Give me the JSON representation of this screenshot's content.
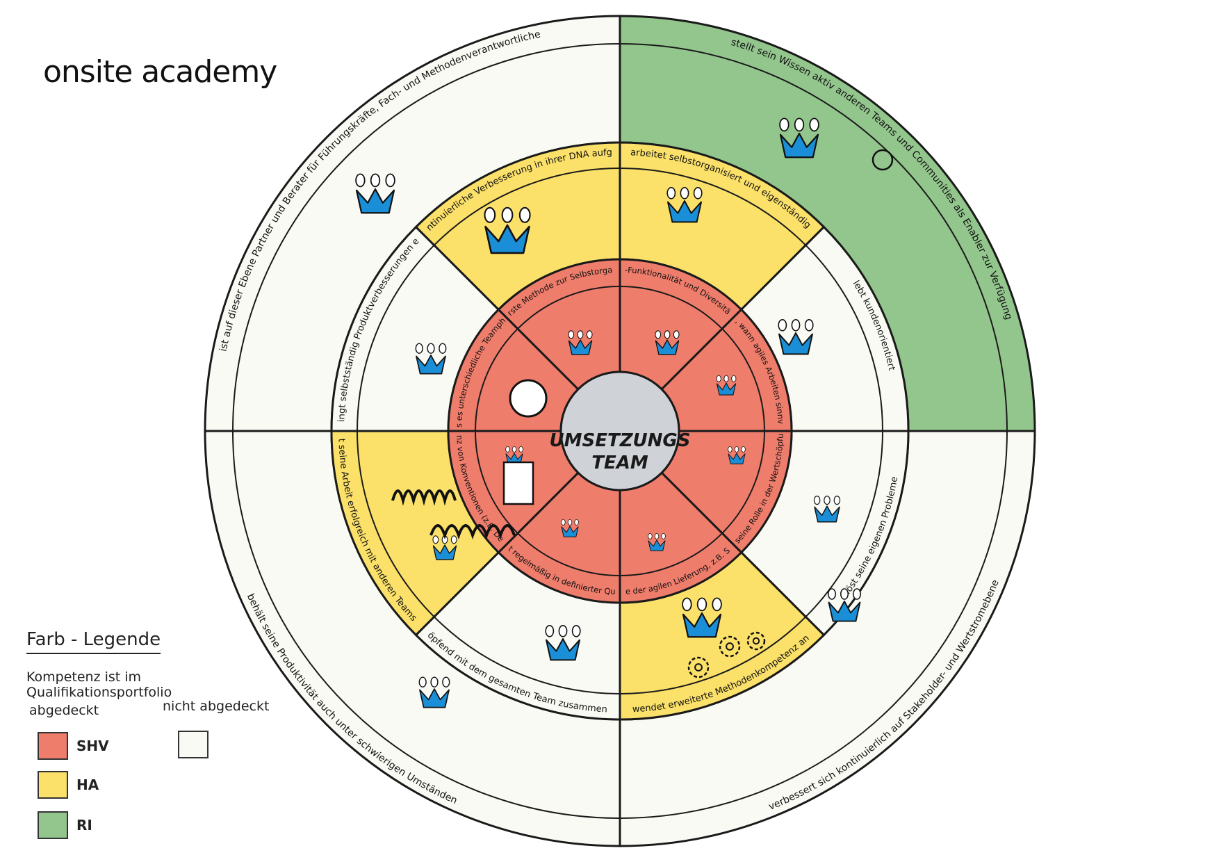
{
  "brand": "onsite academy",
  "center": {
    "line1": "UMSETZUNGS",
    "line2": "TEAM"
  },
  "colors": {
    "SHV": "#ef7d6c",
    "HA": "#fbe16a",
    "RI": "#93c68d",
    "not_covered": "#fafaf4",
    "outline": "#1a1a1a",
    "hub": "#cfd3d8",
    "icon_blue": "#1a8fd8"
  },
  "outer_ring": [
    {
      "text": "stellt sein Wissen aktiv anderen Teams und Communities als Enabler zur Verfügung",
      "level": "RI"
    },
    {
      "text": "verbessert sich kontinuierlich auf Stakeholder- und Wertstromebene",
      "level": "not_covered"
    },
    {
      "text": "behält seine Produktivität auch unter schwierigen Umständen",
      "level": "not_covered"
    },
    {
      "text": "ist auf dieser Ebene Partner und Berater für Führungskräfte, Fach- und Methodenverantwortliche",
      "level": "not_covered"
    }
  ],
  "middle_ring": [
    {
      "text": "arbeitet selbstorganisiert und eigenständig",
      "level": "HA"
    },
    {
      "text": "lebt kundenorientiert",
      "level": "not_covered"
    },
    {
      "text": "löst seine eigenen Probleme",
      "level": "not_covered"
    },
    {
      "text": "wendet erweiterte Methodenkompetenz an",
      "level": "HA"
    },
    {
      "text": "arbeitet wertschöpfend mit dem gesamten Team zusammen (z.B. PO und SM)",
      "level": "not_covered"
    },
    {
      "text": "synchronisiert seine Arbeit erfolgreich mit anderen Teams im Wertstrom",
      "level": "HA"
    },
    {
      "text": "bringt selbstständig Produktverbesserungen ein",
      "level": "not_covered"
    },
    {
      "text": "hat die kontinuierliche Verbesserung in ihrer DNA aufgenommen",
      "level": "HA"
    }
  ],
  "inner_ring": [
    {
      "text": "versteht den Nutzen von Cross-Funktionalität und Diversität im Team zur Wertgenerierung",
      "level": "SHV"
    },
    {
      "text": "weiß, wann agiles Arbeiten sinnvoll ist",
      "level": "SHV"
    },
    {
      "text": "versteht seine Rolle in der Wertschöpfungskette",
      "level": "SHV"
    },
    {
      "text": "nutzt eine Methode der agilen Lieferung, z.B. Scrum oder Kanban",
      "level": "SHV"
    },
    {
      "text": "liefert regelmäßig in definierter Qualität",
      "level": "SHV"
    },
    {
      "text": "versteht Relevanz von Konventionen (z.B. Definition of Done)",
      "level": "SHV"
    },
    {
      "text": "weiß, dass es unterschiedliche Teamphasen gibt",
      "level": "SHV"
    },
    {
      "text": "nutzt erste Methode zur Selbstorganisation",
      "level": "SHV"
    }
  ],
  "legend": {
    "title": "Farb - Legende",
    "subtitle": "Kompetenz ist im Qualifikationsportfolio",
    "covered_label": "abgedeckt",
    "not_covered_label": "nicht abgedeckt",
    "items": [
      {
        "label": "SHV",
        "color": "#ef7d6c"
      },
      {
        "label": "HA",
        "color": "#fbe16a"
      },
      {
        "label": "RI",
        "color": "#93c68d"
      }
    ],
    "not_covered_color": "#fafaf4"
  }
}
